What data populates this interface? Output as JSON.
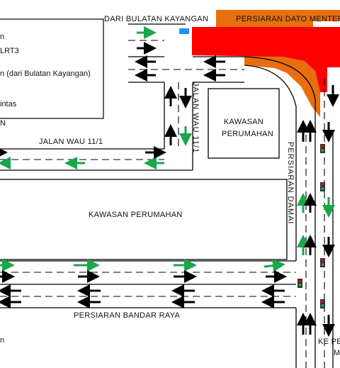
{
  "colors": {
    "closed_road": "#ff0000",
    "works_area": "#e86e0e",
    "open_lane_arrow": "#1aa64a",
    "traffic_arrow": "#000000",
    "marker": "#1e90ff"
  },
  "legend": {
    "items": [
      {
        "text": "n"
      },
      {
        "text": "LRT3"
      },
      {
        "text": "n (dari Bulatan Kayangan)"
      },
      {
        "text": "intas"
      }
    ],
    "trailing": "N"
  },
  "roads": {
    "dari_bulatan_kayangan": "DARI BULATAN KAYANGAN",
    "persiaran_dato_menteri": "PERSIARAN DATO MENTERI",
    "jalan_wau_11_1_h": "JALAN WAU 11/1",
    "jalan_wau_11_1_v": "JALAN WAU 11/1",
    "persiaran_damai": "PERSIARAN DAMAI",
    "persiaran_bandar_raya": "PERSIARAN BANDAR RAYA",
    "ke_pe": "KE PE",
    "m_trail": "M"
  },
  "areas": {
    "kawasan_perumahan_small": "KAWASAN PERUMAHAN",
    "kawasan_perumahan_large": "KAWASAN PERUMAHAN"
  },
  "bottom_left": "n"
}
